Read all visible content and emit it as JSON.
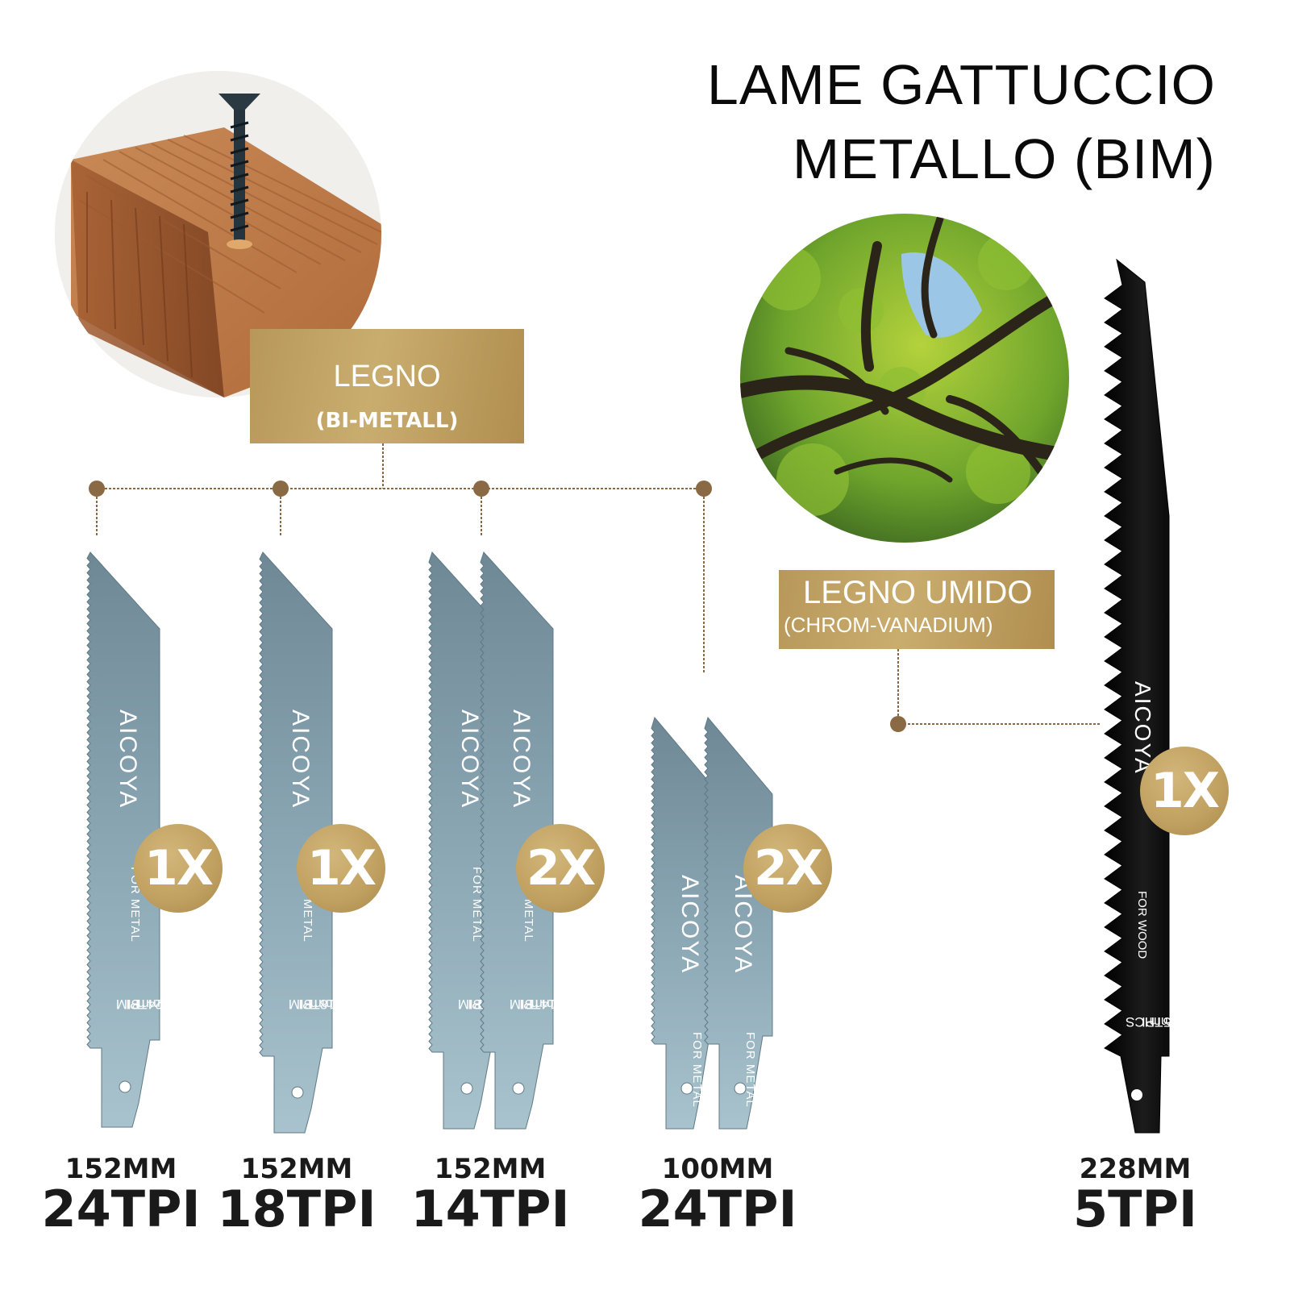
{
  "title": {
    "line1": "LAME  GATTUCCIO",
    "line2": "METALLO (BIM)"
  },
  "wood_label": {
    "main": "LEGNO",
    "sub": "(BI-METALL)"
  },
  "wet_wood_label": {
    "main": "LEGNO  UMIDO",
    "sub": "(CHROM-VANADIUM)"
  },
  "colors": {
    "gold": "#c3a66a",
    "tree_line": "#8a6a44",
    "metal_blade": "#8fa9b4",
    "wood_blade": "#111111"
  },
  "blades": [
    {
      "brand": "AICOYA",
      "use": "FOR METAL",
      "spec_length": "152mm",
      "spec_tpi": "24TPI",
      "spec_material": "BIM",
      "qty": "1X",
      "size": "152MM",
      "tpi": "24TPI"
    },
    {
      "brand": "AICOYA",
      "use": "FOR METAL",
      "spec_length": "152mm",
      "spec_tpi": "18TPI",
      "spec_material": "BIM",
      "qty": "1X",
      "size": "152MM",
      "tpi": "18TPI"
    },
    {
      "brand": "AICOYA",
      "use": "FOR METAL",
      "spec_length": "152mm",
      "spec_tpi": "14TPI",
      "spec_material": "BIM",
      "qty": "2X",
      "size": "152MM",
      "tpi": "14TPI"
    },
    {
      "brand": "AICOYA",
      "use": "FOR METAL",
      "spec_length": "100mm",
      "spec_tpi": "24TPI",
      "spec_material": "BIM",
      "qty": "2X",
      "size": "100MM",
      "tpi": "24TPI"
    },
    {
      "brand": "AICOYA",
      "use": "FOR WOOD",
      "spec_length": "228mm",
      "spec_tpi": "5TPI",
      "spec_material": "HCS",
      "qty": "1X",
      "size": "228MM",
      "tpi": "5TPI"
    }
  ],
  "icons": {
    "wood_photo": "wood-screw-photo",
    "tree_photo": "tree-branches-photo"
  }
}
